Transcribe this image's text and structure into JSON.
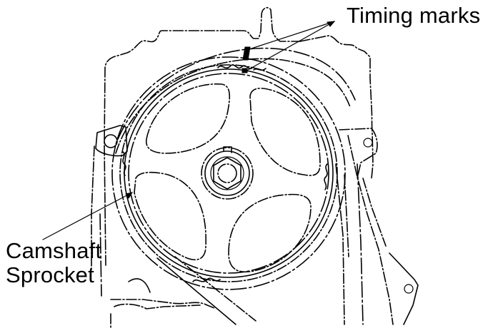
{
  "figure": {
    "type": "technical line illustration",
    "subject": "Camshaft sprocket with timing belt and timing marks",
    "colors": {
      "line": "#000000",
      "background": "#ffffff"
    }
  },
  "labels": {
    "timing_marks": "Timing marks",
    "camshaft_sprocket_line1": "Camshaft",
    "camshaft_sprocket_line2": "Sprocket"
  },
  "callouts": [
    {
      "label": "Timing marks",
      "targets": [
        "mark on cylinder head cover/rear plate",
        "mark on sprocket rim"
      ]
    },
    {
      "label": "Camshaft Sprocket",
      "targets": [
        "sprocket body"
      ]
    }
  ],
  "components": [
    "camshaft sprocket (4 oval lightening holes)",
    "center bolt (hex)",
    "timing belt",
    "cylinder head / rear timing cover outline",
    "belt tensioner bracket",
    "mounting lugs"
  ]
}
